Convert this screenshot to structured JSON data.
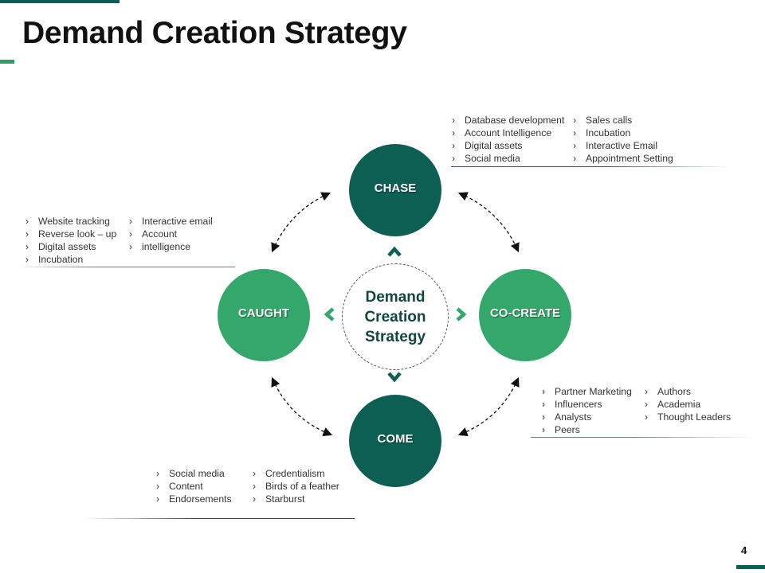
{
  "slide": {
    "title": "Demand Creation Strategy",
    "page_number": "4"
  },
  "center": {
    "lines": [
      "Demand",
      "Creation",
      "Strategy"
    ]
  },
  "nodes": {
    "chase": {
      "label": "CHASE",
      "color": "#0e5f53"
    },
    "caught": {
      "label": "CAUGHT",
      "color": "#33a86a"
    },
    "co_create": {
      "label": "CO-CREATE",
      "color": "#33a86a"
    },
    "come": {
      "label": "COME",
      "color": "#0e5f53"
    }
  },
  "lists": {
    "chase": {
      "col1": [
        "Database development",
        "Account Intelligence",
        "Digital assets",
        "Social media"
      ],
      "col2": [
        "Sales calls",
        "Incubation",
        "Interactive  Email",
        "Appointment  Setting"
      ]
    },
    "caught": {
      "col1": [
        "Website tracking",
        "Reverse  look – up",
        "Digital assets",
        "Incubation"
      ],
      "col2": [
        "Interactive  email",
        "Account",
        "intelligence"
      ]
    },
    "co_create": {
      "col1": [
        "Partner Marketing",
        "Influencers",
        "Analysts",
        "Peers"
      ],
      "col2": [
        "Authors",
        "Academia",
        "Thought  Leaders"
      ]
    },
    "come": {
      "col1": [
        "Social media",
        "Content",
        "Endorsements"
      ],
      "col2": [
        "Credentialism",
        "Birds of a feather",
        "Starburst"
      ]
    }
  },
  "colors": {
    "dark_green": "#0e5f53",
    "light_green": "#33a86a"
  }
}
